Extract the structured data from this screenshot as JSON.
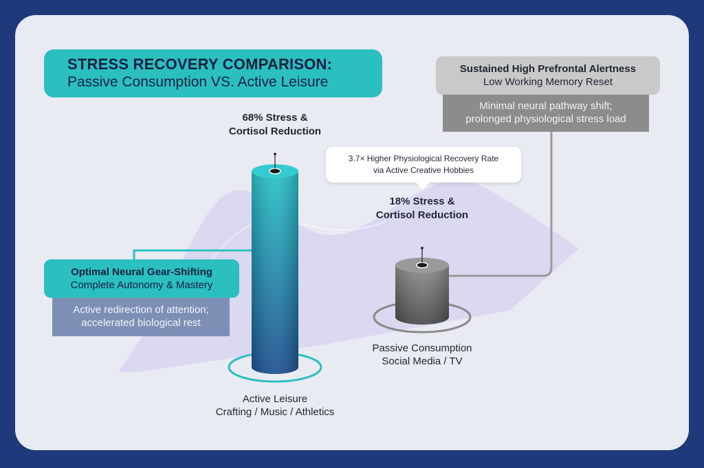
{
  "title": {
    "main": "STRESS RECOVERY COMPARISON:",
    "sub": "Passive Consumption VS. Active Leisure"
  },
  "callout": {
    "line1": "3.7× Higher Physiological Recovery Rate",
    "line2": "via Active Creative Hobbies"
  },
  "passive_box": {
    "heading": "Sustained High Prefrontal Alertness",
    "subheading": "Low Working Memory Reset",
    "body_line1": "Minimal neural pathway shift;",
    "body_line2": "prolonged physiological stress load"
  },
  "active_box": {
    "heading": "Optimal Neural Gear-Shifting",
    "subheading": "Complete Autonomy & Mastery",
    "body_line1": "Active redirection of attention;",
    "body_line2": "accelerated biological rest"
  },
  "colors": {
    "background": "#1f3a7a",
    "card": "#e9ebf3",
    "teal": "#2bbfc0",
    "active_top": "#28c2c8",
    "active_bottom": "#1d4f8f",
    "passive_top": "#8f8f8f",
    "passive_bottom": "#4a4a4a"
  },
  "chart_data": {
    "type": "bar",
    "categories": [
      "Active Leisure",
      "Passive Consumption"
    ],
    "values": [
      68,
      18
    ],
    "unit": "%",
    "bars": [
      {
        "value": 68,
        "label_line1": "68% Stress &",
        "label_line2": "Cortisol Reduction",
        "category_line1": "Active Leisure",
        "category_line2": "Crafting / Music / Athletics"
      },
      {
        "value": 18,
        "label_line1": "18% Stress &",
        "label_line2": "Cortisol Reduction",
        "category_line1": "Passive Consumption",
        "category_line2": "Social Media / TV"
      }
    ],
    "grid": false
  }
}
